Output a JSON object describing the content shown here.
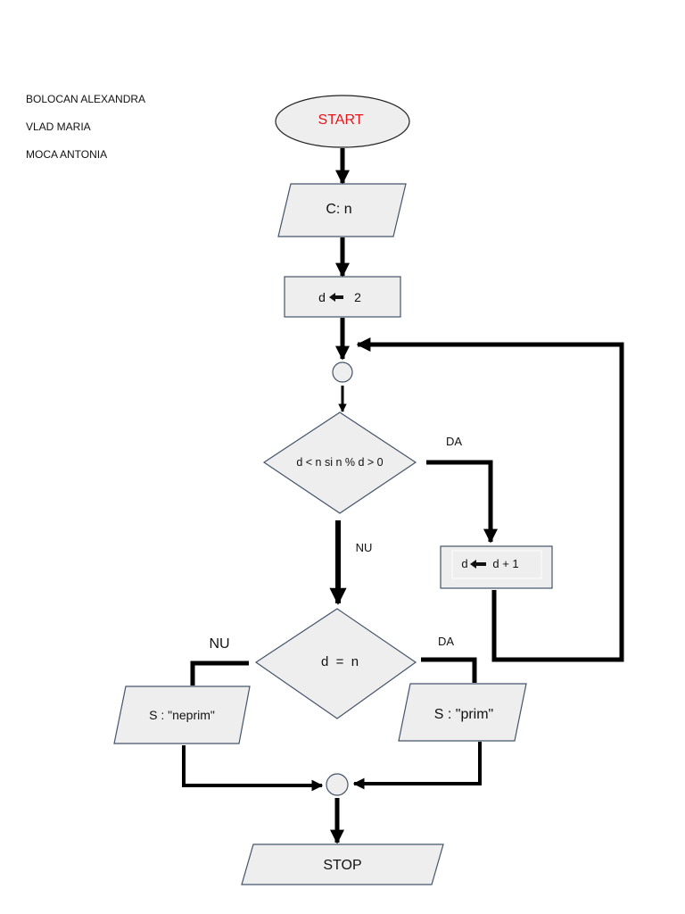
{
  "authors": [
    "BOLOCAN ALEXANDRA",
    "VLAD MARIA",
    "MOCA ANTONIA"
  ],
  "flowchart": {
    "start": "START",
    "input": "C: n",
    "init": "d",
    "init_value": "2",
    "loop_condition": "d < n si n % d > 0",
    "increment_target": "d",
    "increment_expr": "d + 1",
    "check_condition": "d  =  n",
    "output_neprim": "S : \"neprim\"",
    "output_prim": "S : \"prim\"",
    "stop": "STOP",
    "labels": {
      "loop_yes": "DA",
      "loop_no": "NU",
      "check_yes": "DA",
      "check_no": "NU"
    }
  },
  "colors": {
    "start_text": "#e8141c",
    "shape_fill": "#eeeeee",
    "shape_stroke": "#44546a",
    "arrow": "#000000"
  }
}
